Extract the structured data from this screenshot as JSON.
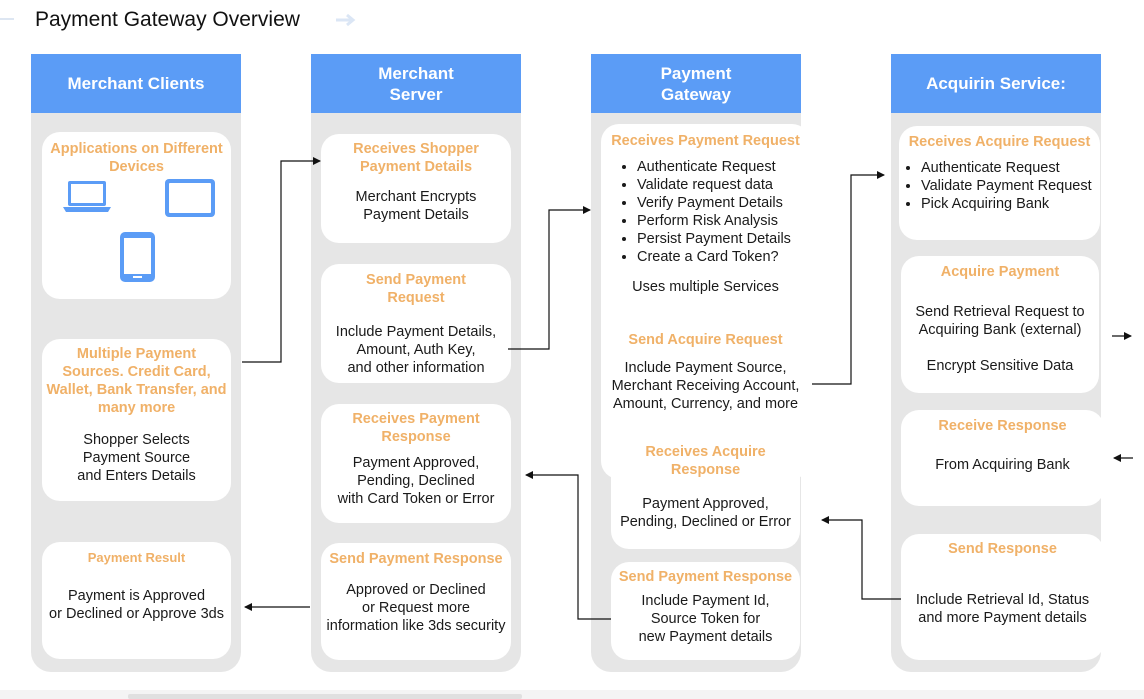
{
  "title": "Payment Gateway Overview",
  "colors": {
    "header": "#5b9cf6",
    "column_bg": "#e6e6e6",
    "card_title": "#f0b168",
    "icon": "#5b9cf6"
  },
  "columns": [
    {
      "header": "Merchant Clients",
      "cards": [
        {
          "title": "Applications on Different Devices",
          "icons": [
            "laptop-icon",
            "tablet-icon",
            "phone-icon"
          ]
        },
        {
          "title": "Multiple Payment Sources. Credit Card, Wallet, Bank Transfer, and many more",
          "lines": [
            "Shopper Selects",
            "Payment Source",
            "and Enters Details"
          ]
        },
        {
          "title": "Payment Result",
          "lines": [
            "Payment is Approved",
            "or Declined or Approve 3ds"
          ]
        }
      ]
    },
    {
      "header": "Merchant Server",
      "cards": [
        {
          "title": "Receives Shopper Payment Details",
          "lines": [
            "Merchant Encrypts",
            "Payment Details"
          ]
        },
        {
          "title": "Send Payment Request",
          "lines": [
            "Include Payment Details,",
            "Amount, Auth Key,",
            "and other information"
          ]
        },
        {
          "title": "Receives Payment Response",
          "lines": [
            "Payment Approved,",
            "Pending, Declined",
            "with Card Token or Error"
          ]
        },
        {
          "title": "Send Payment Response",
          "lines": [
            "Approved or Declined",
            "or Request more",
            "information like 3ds security"
          ]
        }
      ]
    },
    {
      "header": "Payment Gateway",
      "cards": [
        {
          "title": "Receives Payment Request",
          "bullets": [
            "Authenticate Request",
            "Validate request data",
            "Verify Payment Details",
            "Perform Risk Analysis",
            "Persist Payment Details",
            "Create a Card Token?"
          ],
          "footer": "Uses multiple Services"
        },
        {
          "title": "Send Acquire Request",
          "lines": [
            "Include Payment Source,",
            "Merchant Receiving Account,",
            "Amount, Currency, and more"
          ]
        },
        {
          "title": "Receives Acquire Response",
          "lines": [
            "Payment Approved,",
            "Pending, Declined or Error"
          ]
        },
        {
          "title": "Send Payment Response",
          "lines": [
            "Include Payment Id,",
            "Source Token for",
            "new Payment details"
          ]
        }
      ]
    },
    {
      "header": "Acquirin Service:",
      "cards": [
        {
          "title": "Receives Acquire Request",
          "bullets": [
            "Authenticate Request",
            "Validate Payment Request",
            "Pick Acquiring Bank"
          ]
        },
        {
          "title": "Acquire Payment",
          "lines": [
            "Send Retrieval Request to",
            "Acquiring Bank (external)"
          ],
          "extra": "Encrypt Sensitive Data"
        },
        {
          "title": "Receive Response",
          "lines": [
            "From Acquiring Bank"
          ]
        },
        {
          "title": "Send Response",
          "lines": [
            "Include Retrieval Id, Status",
            "and more Payment details"
          ]
        }
      ]
    }
  ]
}
